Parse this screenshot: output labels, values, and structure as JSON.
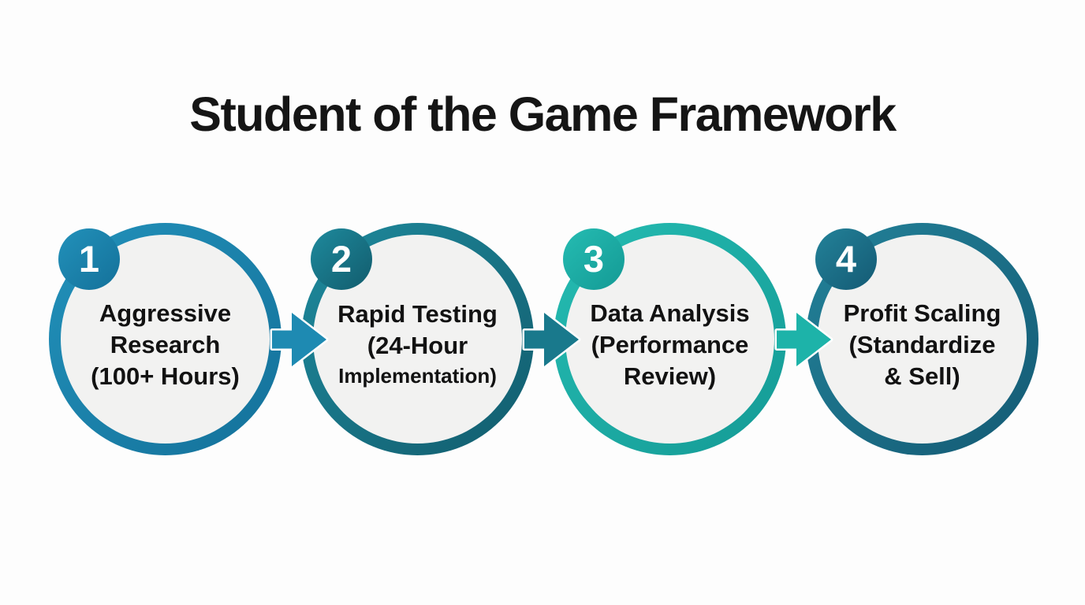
{
  "title": "Student of the Game Framework",
  "steps": [
    {
      "number": "1",
      "title": "Aggressive Research",
      "subtitle": "(100+ Hours)",
      "lines": [
        "Aggressive",
        "Research",
        "(100+ Hours)"
      ]
    },
    {
      "number": "2",
      "title": "Rapid Testing",
      "subtitle": "(24-Hour Implementation)",
      "lines": [
        "Rapid Testing",
        "(24-Hour",
        "Implementation)"
      ]
    },
    {
      "number": "3",
      "title": "Data Analysis",
      "subtitle": "(Performance Review)",
      "lines": [
        "Data Analysis",
        "(Performance",
        "Review)"
      ]
    },
    {
      "number": "4",
      "title": "Profit Scaling",
      "subtitle": "(Standardize & Sell)",
      "lines": [
        "Profit Scaling",
        "(Standardize",
        "& Sell)"
      ]
    }
  ],
  "colors": {
    "steps": [
      {
        "ring_light": "#2291ba",
        "ring_dark": "#14719a"
      },
      {
        "ring_light": "#1e8a9d",
        "ring_dark": "#125c6d"
      },
      {
        "ring_light": "#25bcb2",
        "ring_dark": "#149a95"
      },
      {
        "ring_light": "#238299",
        "ring_dark": "#145a74"
      }
    ],
    "arrows": [
      "#1e8ab2",
      "#19798c",
      "#1db3a9"
    ],
    "circle_fill": "#f2f2f1",
    "number_color": "#ffffff",
    "text": "#121212",
    "background": "#fdfdfd"
  }
}
